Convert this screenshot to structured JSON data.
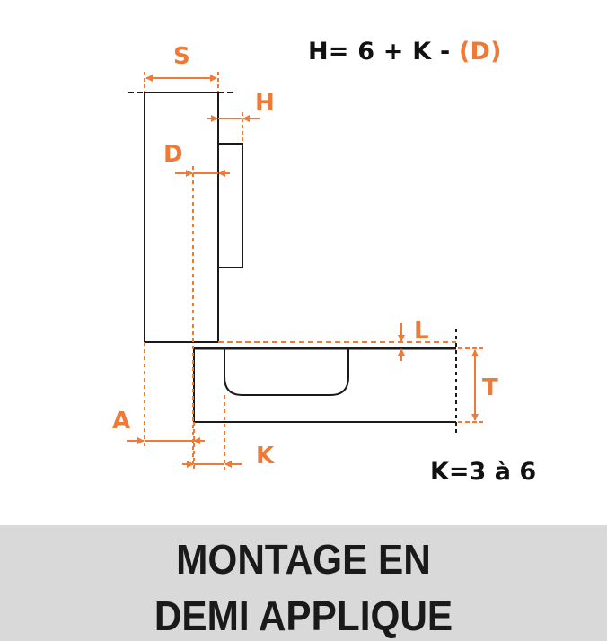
{
  "formula": {
    "prefix": "H= 6 + K - ",
    "highlighted": "(D)"
  },
  "k_range": "K=3 à 6",
  "dimension_labels": {
    "S": "S",
    "H": "H",
    "D": "D",
    "L": "L",
    "T": "T",
    "A": "A",
    "K": "K"
  },
  "title": {
    "line1": "MONTAGE EN",
    "line2": "DEMI APPLIQUE"
  },
  "colors": {
    "accent": "#F07A35",
    "line": "#1a1a1a",
    "footer_bg": "#D9D9D9"
  }
}
